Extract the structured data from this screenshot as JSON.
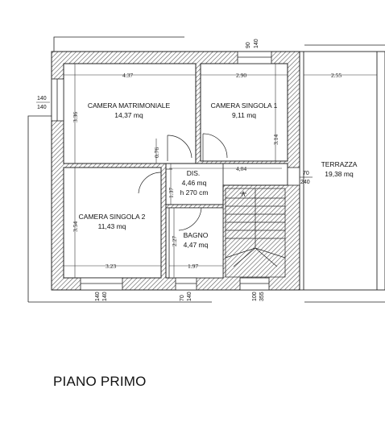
{
  "floor_title": "PIANO PRIMO",
  "rooms": {
    "matrimoniale": {
      "name": "CAMERA MATRIMONIALE",
      "area": "14,37 mq"
    },
    "singola1": {
      "name": "CAMERA SINGOLA 1",
      "area": "9,11 mq"
    },
    "singola2": {
      "name": "CAMERA SINGOLA 2",
      "area": "11,43 mq"
    },
    "dis": {
      "name": "DIS.",
      "area": "4,46 mq",
      "height": "h 270 cm"
    },
    "bagno": {
      "name": "BAGNO",
      "area": "4,47 mq"
    },
    "terrazza": {
      "name": "TERRAZZA",
      "area": "19,38 mq"
    }
  },
  "dimensions": {
    "top_1": "4.37",
    "top_2": "2.90",
    "terrace_width": "2.55",
    "left_1": "3.36",
    "left_2": "3.54",
    "singola1_height": "3.14",
    "dis_width": "4,04",
    "dis_height": "1.37",
    "door_076": "0.76",
    "bagno_height": "2.27",
    "bottom_1": "3.23",
    "bottom_2": "1.97"
  },
  "windows": {
    "top": [
      "90",
      "140"
    ],
    "left": [
      "140",
      "140"
    ],
    "terrace_door": [
      "70",
      "240"
    ],
    "bottom_1": [
      "140",
      "140"
    ],
    "bottom_2": [
      "70",
      "140"
    ],
    "bottom_3": [
      "100",
      "355"
    ]
  }
}
